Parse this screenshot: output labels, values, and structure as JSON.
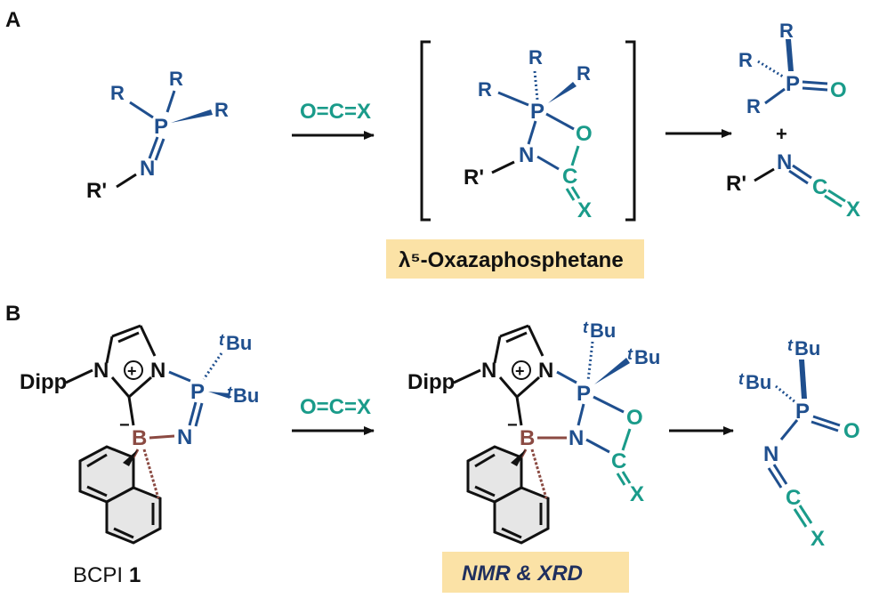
{
  "panel_a": {
    "label": "A",
    "reagent": {
      "R": "R",
      "P": "P",
      "N": "N",
      "Rp": "R'"
    },
    "arrow_reagent": "O=C=X",
    "intermediate": {
      "R": "R",
      "P": "P",
      "N": "N",
      "O": "O",
      "C": "C",
      "X": "X",
      "Rp": "R'"
    },
    "intermediate_label": "λ⁵-Oxazaphosphetane",
    "product_oxide": {
      "R": "R",
      "P": "P",
      "O": "O"
    },
    "plus": "+",
    "product_iso": {
      "Rp": "R'",
      "N": "N",
      "C": "C",
      "X": "X"
    }
  },
  "panel_b": {
    "label": "B",
    "reagent": {
      "Dipp": "Dipp",
      "N": "N",
      "plus": "+",
      "minus": "−",
      "B": "B",
      "P": "P",
      "tBu_t": "t",
      "tBu_Bu": "Bu",
      "name": "BCPI",
      "number": "1"
    },
    "arrow_reagent": "O=C=X",
    "intermediate": {
      "Dipp": "Dipp",
      "N": "N",
      "plus": "+",
      "minus": "−",
      "B": "B",
      "P": "P",
      "O": "O",
      "C": "C",
      "X": "X",
      "tBu_t": "t",
      "tBu_Bu": "Bu"
    },
    "intermediate_label": "NMR & XRD",
    "product": {
      "tBu_t": "t",
      "tBu_Bu": "Bu",
      "P": "P",
      "O": "O",
      "N": "N",
      "C": "C",
      "X": "X"
    }
  },
  "colors": {
    "blue": "#1f4f8e",
    "teal": "#1a9b8a",
    "brown": "#8b4a42",
    "highlight": "#fbe2a6",
    "ring_fill": "#e6e6e6"
  }
}
